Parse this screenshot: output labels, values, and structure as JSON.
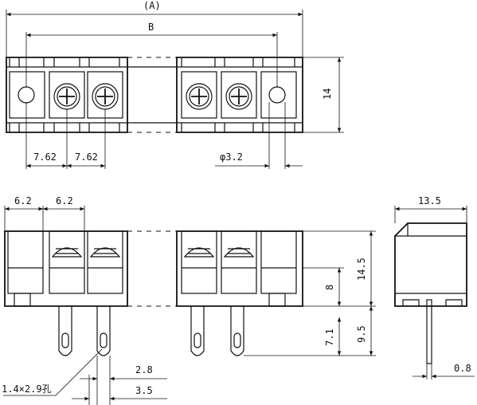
{
  "dimensions": {
    "overall_length": "(A)",
    "pitch_span": "B",
    "height_top": "14",
    "pitch_1": "7.62",
    "pitch_2": "7.62",
    "hole_dia": "φ3.2",
    "side_wall_1": "6.2",
    "side_wall_2": "6.2",
    "body_height": "14.5",
    "terminal_height": "8",
    "pin_length": "9.5",
    "pin_exposed": "7.1",
    "pin_width": "2.8",
    "pin_pitch": "3.5",
    "slot": "1.4×2.9孔",
    "side_depth": "13.5",
    "pin_thickness": "0.8"
  }
}
